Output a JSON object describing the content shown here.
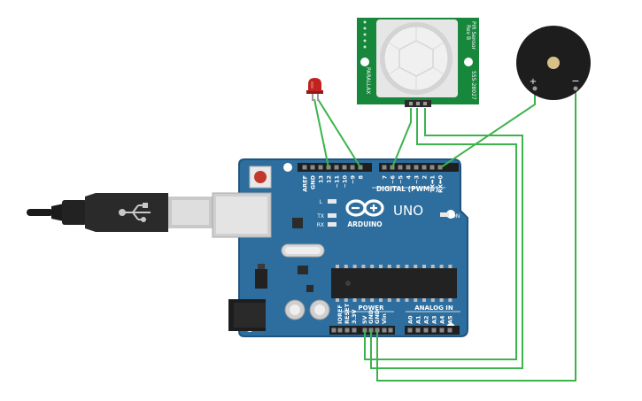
{
  "arduino": {
    "model_label": "UNO",
    "brand_label": "ARDUINO",
    "digital_label": "DIGITAL (PWM~)",
    "power_label": "POWER",
    "analog_label": "ANALOG IN",
    "on_label": "ON",
    "led_labels": {
      "l": "L",
      "tx": "TX",
      "rx": "RX"
    },
    "digital_pins": [
      "AREF",
      "GND",
      "13",
      "12",
      "~11",
      "~10",
      "~9",
      "8",
      "7",
      "~6",
      "~5",
      "4",
      "~3",
      "2",
      "TX➡1",
      "RX⬅0"
    ],
    "power_pins": [
      "IOREF",
      "RESET",
      "3.3V",
      "5V",
      "GND",
      "GND",
      "Vin"
    ],
    "analog_pins": [
      "A0",
      "A1",
      "A2",
      "A3",
      "A4",
      "A5"
    ]
  },
  "pir_sensor": {
    "title_line1": "PIR Sensor",
    "title_line2": "Rev B",
    "part_number": "555-28027",
    "brand": "PARALLAX"
  },
  "colors": {
    "board": "#2d6e9e",
    "board_edge": "#1f5480",
    "wire": "#3cb44b",
    "pir_board": "#17873c",
    "led": "#c0231e",
    "buzzer": "#1d1d1d"
  }
}
